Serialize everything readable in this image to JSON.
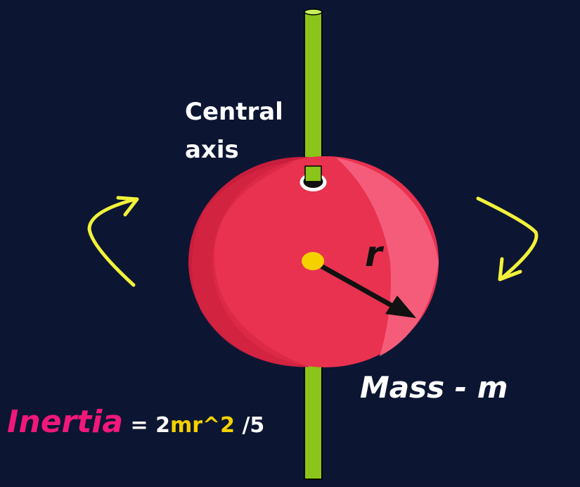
{
  "labels": {
    "axis_line1": "Central",
    "axis_line2": "axis",
    "mass": "Mass - m",
    "radius": "r"
  },
  "formula": {
    "word": "Inertia",
    "equals": " = 2",
    "vars": "mr^2",
    "divisor": " /5"
  },
  "colors": {
    "background": "#0c1633",
    "rod": "#8bc41a",
    "sphere": "#e8324f",
    "sphere_shadow": "#c81e3c",
    "sphere_highlight": "#f45c7a",
    "rotation_arrows": "#f2f23a",
    "center_dot": "#f6d100",
    "formula_word": "#f0187a",
    "formula_vars": "#f6d100"
  }
}
